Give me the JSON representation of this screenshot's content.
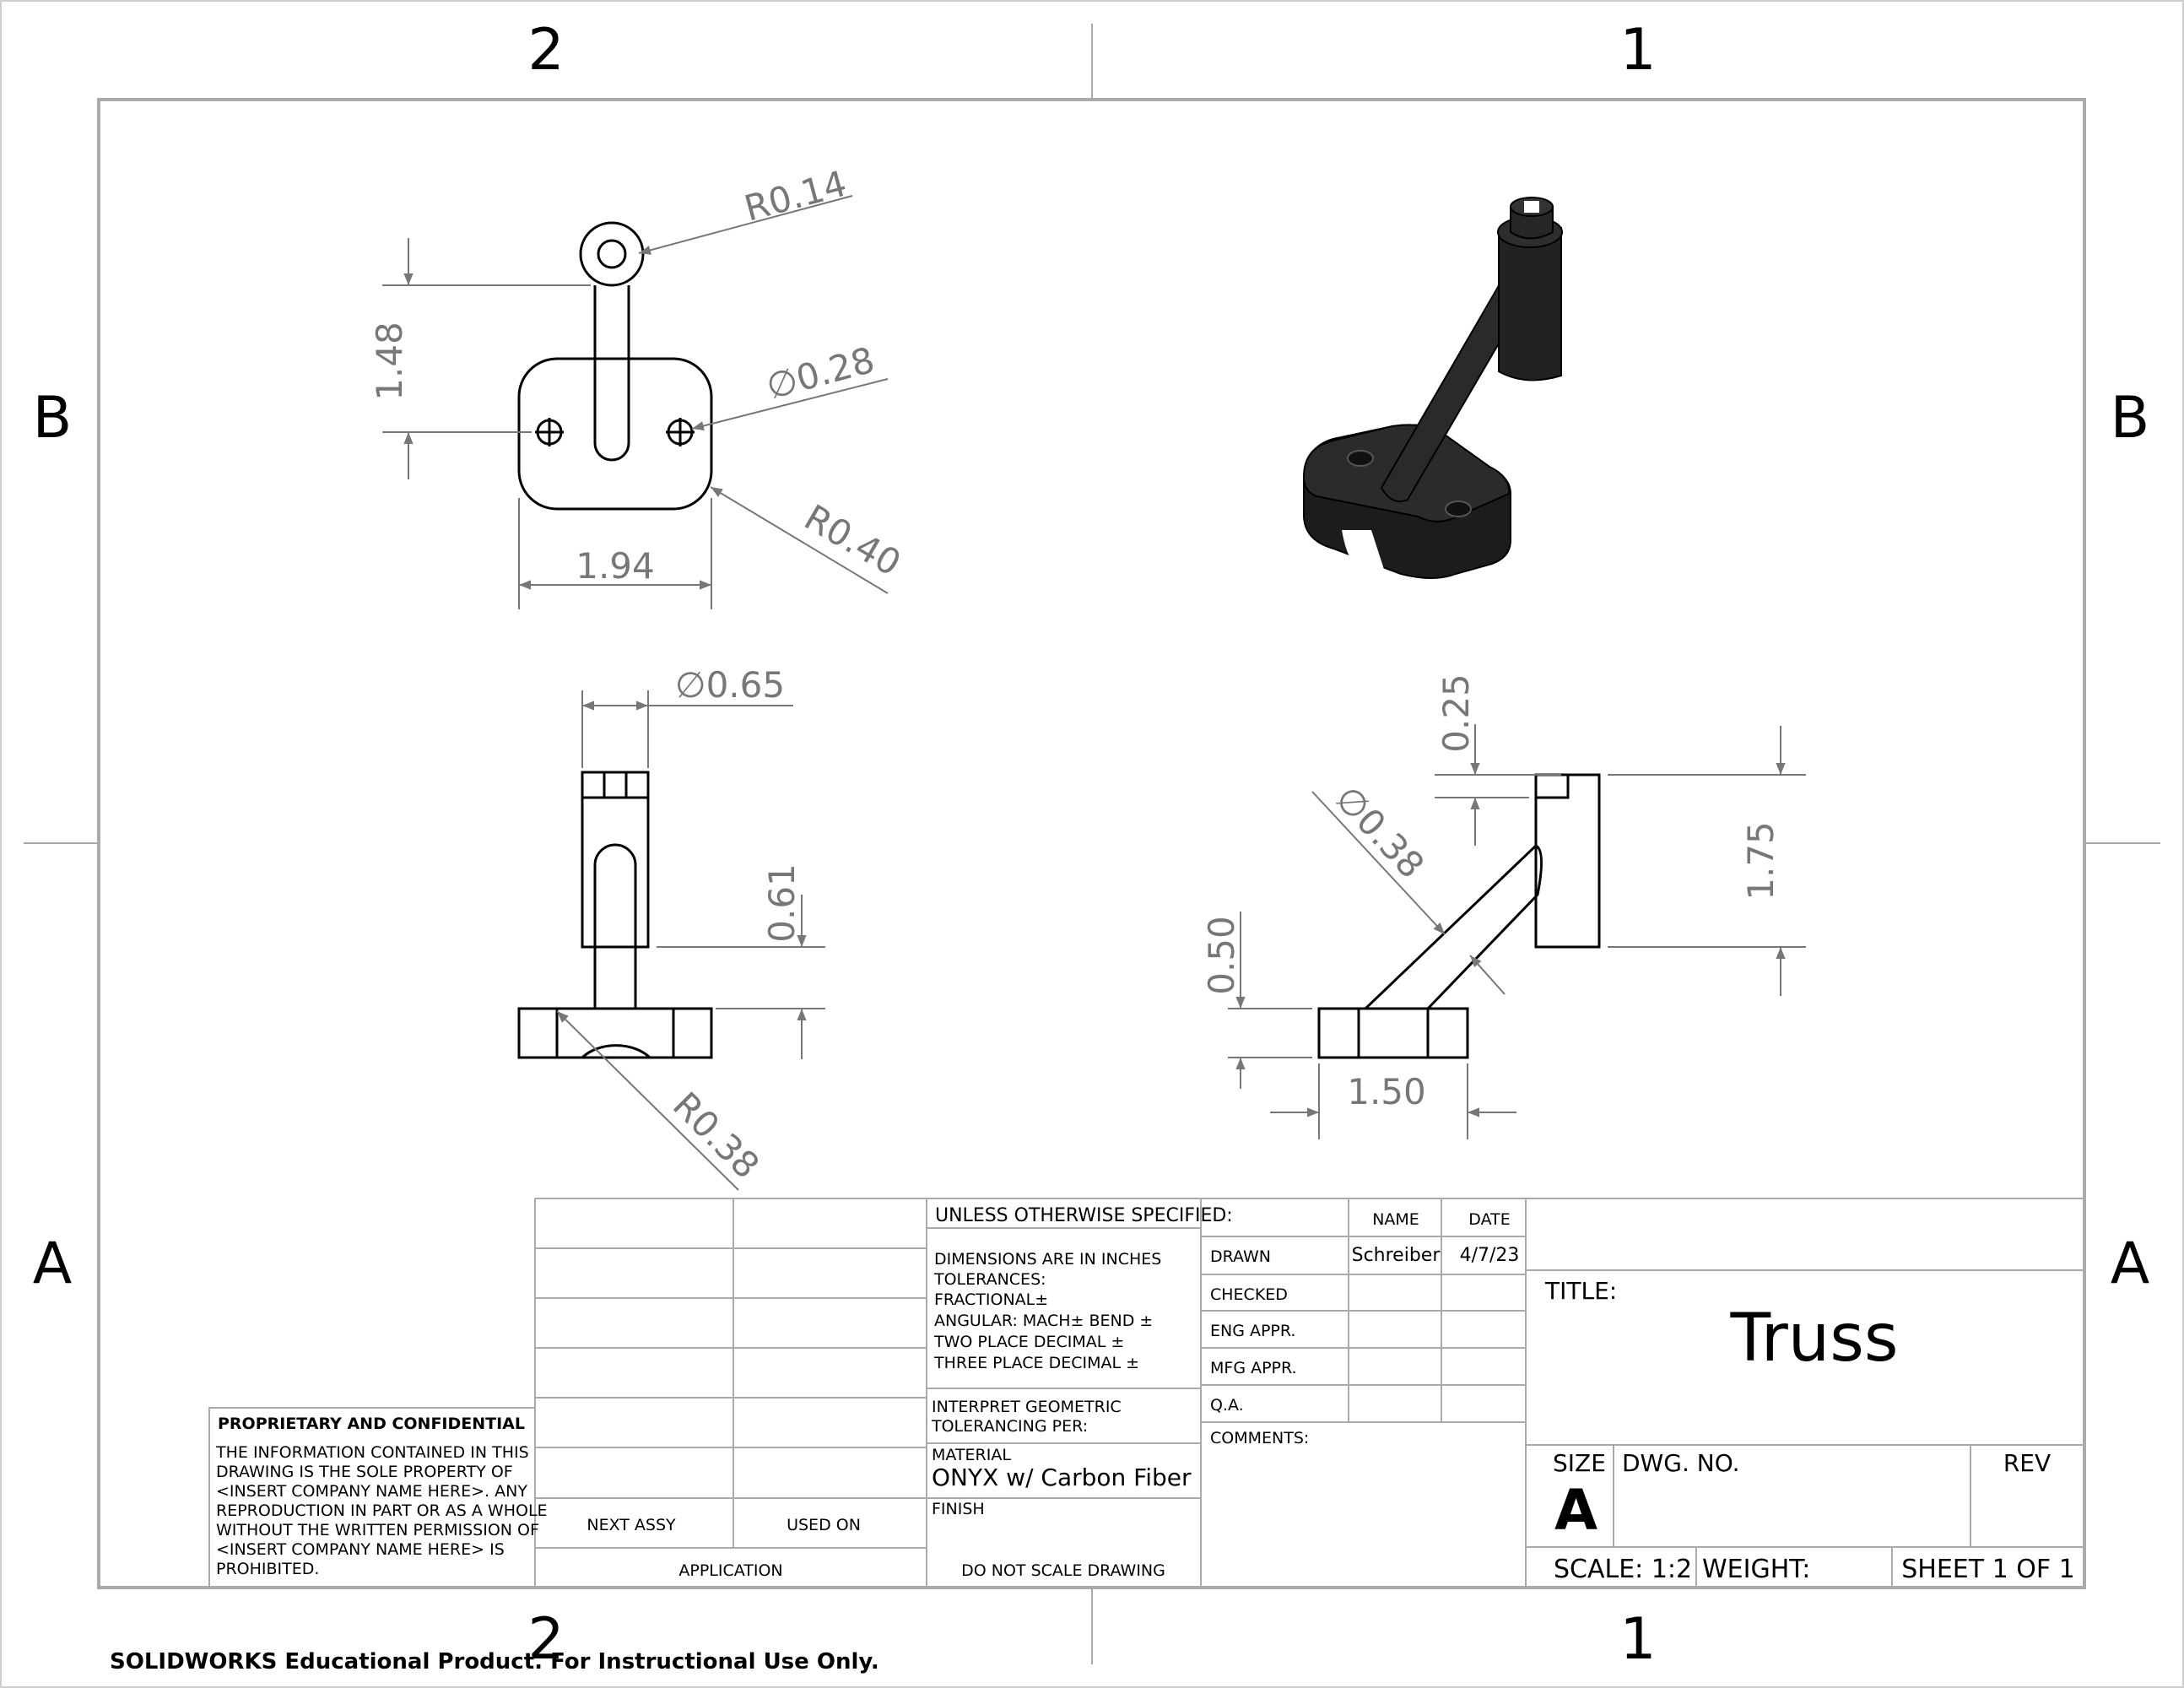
{
  "zones": {
    "top": [
      "2",
      "1"
    ],
    "bottom": [
      "2",
      "1"
    ],
    "left": [
      "B",
      "A"
    ],
    "right": [
      "B",
      "A"
    ]
  },
  "dimensions": {
    "top_r014": "R0.14",
    "top_h148": "1.48",
    "top_d028": "∅0.28",
    "top_r040": "R0.40",
    "top_w194": "1.94",
    "front_d065": "∅0.65",
    "front_h061": "0.61",
    "front_r038": "R0.38",
    "side_h025": "0.25",
    "side_d038": "∅0.38",
    "side_h175": "1.75",
    "side_h050": "0.50",
    "side_w150": "1.50"
  },
  "title_block": {
    "unless": "UNLESS OTHERWISE SPECIFIED:",
    "tol_lines": [
      "DIMENSIONS ARE IN INCHES",
      "TOLERANCES:",
      "FRACTIONAL±",
      "ANGULAR: MACH±    BEND ±",
      "TWO PLACE DECIMAL    ±",
      "THREE PLACE DECIMAL   ±"
    ],
    "interpret": [
      "INTERPRET GEOMETRIC",
      "TOLERANCING PER:"
    ],
    "material_label": "MATERIAL",
    "material": "ONYX w/ Carbon Fiber",
    "finish_label": "FINISH",
    "do_not_scale": "DO NOT SCALE DRAWING",
    "next_assy": "NEXT ASSY",
    "used_on": "USED ON",
    "application": "APPLICATION",
    "name_header": "NAME",
    "date_header": "DATE",
    "drawn": "DRAWN",
    "drawn_name": "Schreiber",
    "drawn_date": "4/7/23",
    "checked": "CHECKED",
    "eng_appr": "ENG APPR.",
    "mfg_appr": "MFG APPR.",
    "qa": "Q.A.",
    "comments": "COMMENTS:",
    "title_label": "TITLE:",
    "title": "Truss",
    "size_label": "SIZE",
    "size": "A",
    "dwg_no": "DWG.  NO.",
    "rev": "REV",
    "scale": "SCALE: 1:2",
    "weight": "WEIGHT:",
    "sheet": "SHEET 1 OF 1",
    "prop_title": "PROPRIETARY AND CONFIDENTIAL",
    "prop_lines": [
      "THE INFORMATION CONTAINED IN THIS",
      "DRAWING IS THE SOLE PROPERTY OF",
      "<INSERT COMPANY NAME HERE>.  ANY",
      "REPRODUCTION IN PART OR AS A WHOLE",
      "WITHOUT THE WRITTEN PERMISSION OF",
      "<INSERT COMPANY NAME HERE> IS",
      "PROHIBITED."
    ]
  },
  "footer": "SOLIDWORKS Educational Product. For Instructional Use Only."
}
